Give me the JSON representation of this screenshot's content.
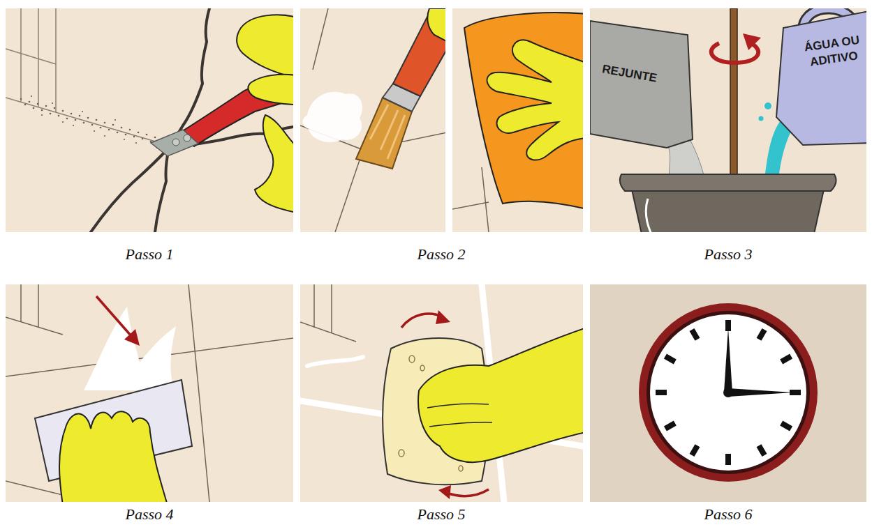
{
  "diagram": {
    "labels": [
      "REJUNTE",
      "ÁGUA OU ADITIVO",
      "Passo 1",
      "Passo 2",
      "Passo 3",
      "Passo 4",
      "Passo 5",
      "Passo 6"
    ]
  }
}
